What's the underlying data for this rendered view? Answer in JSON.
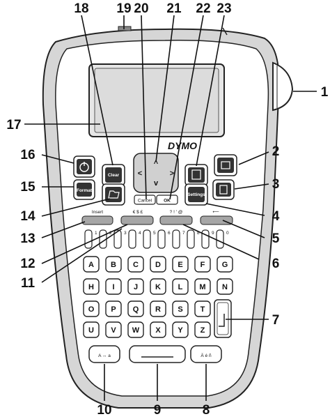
{
  "brand": "DYMO",
  "callouts": [
    "1",
    "2",
    "3",
    "4",
    "5",
    "6",
    "7",
    "8",
    "9",
    "10",
    "11",
    "12",
    "13",
    "14",
    "15",
    "16",
    "17",
    "18",
    "19",
    "20",
    "21",
    "22",
    "23"
  ],
  "buttons": {
    "clear": "Clear",
    "format": "Format",
    "settings": "Settings",
    "cancel": "Cancel",
    "ok": "OK"
  },
  "labels": {
    "insert": "Insert",
    "currency": "€ $ £",
    "punct": "? ! ' @",
    "caps": "A ↔ a",
    "accent": "Ä é ñ"
  },
  "number_row": [
    "1",
    "2",
    "3",
    "4",
    "5",
    "6",
    "7",
    "8",
    "9",
    "0"
  ],
  "letter_rows": [
    [
      "A",
      "B",
      "C",
      "D",
      "E",
      "F",
      "G"
    ],
    [
      "H",
      "I",
      "J",
      "K",
      "L",
      "M",
      "N"
    ],
    [
      "O",
      "P",
      "Q",
      "R",
      "S",
      "T"
    ],
    [
      "U",
      "V",
      "W",
      "X",
      "Y",
      "Z"
    ]
  ]
}
